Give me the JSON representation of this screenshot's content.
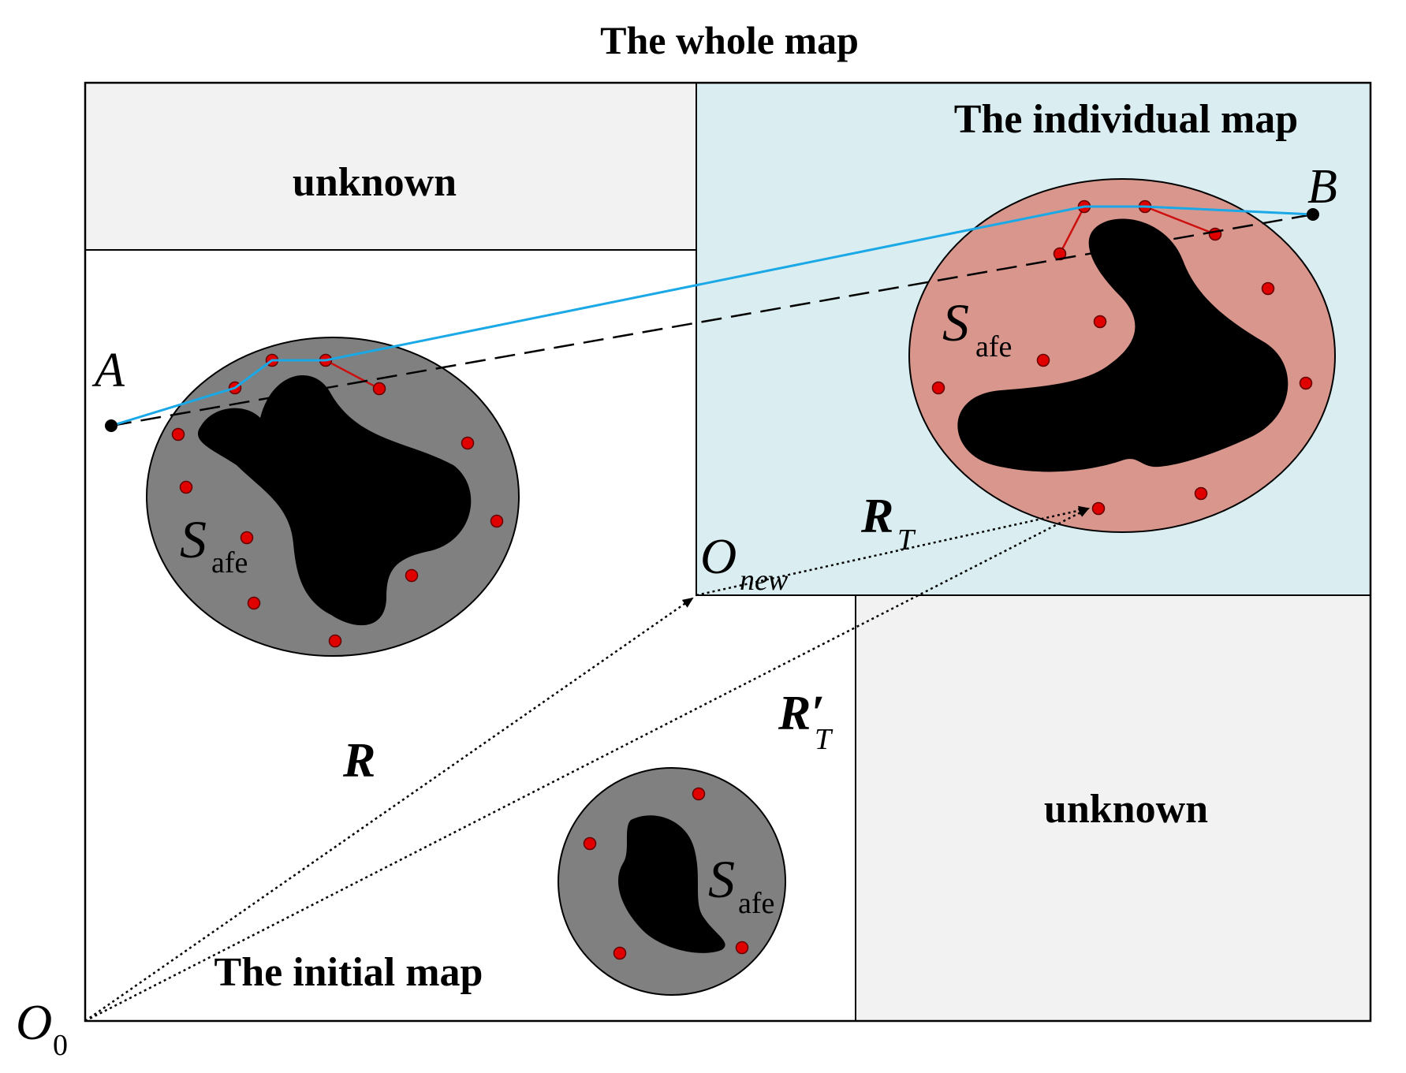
{
  "title": "The whole map",
  "regions": {
    "unknown_top_left": "unknown",
    "unknown_bottom_right": "unknown",
    "individual_map": "The individual map",
    "initial_map": "The initial map"
  },
  "points": {
    "A": "A",
    "B": "B",
    "origin_main": "O",
    "origin_main_sub": "0",
    "origin_new": "O",
    "origin_new_sub": "new"
  },
  "vectors": {
    "R": "R",
    "RT": "R",
    "RT_sub": "T",
    "RT_prime": "R′",
    "RT_prime_sub": "T"
  },
  "safe_labels": {
    "main_letter": "S",
    "suffix": "afe"
  },
  "colors": {
    "unknown_fill": "#f2f2f2",
    "individual_fill": "#daedf1",
    "safe_gray": "#808080",
    "safe_pink": "#d9968c",
    "obstacle": "#000000",
    "node_red": "#e00000",
    "path_red": "#cc1010",
    "direct_path": "#1aa8e6"
  }
}
